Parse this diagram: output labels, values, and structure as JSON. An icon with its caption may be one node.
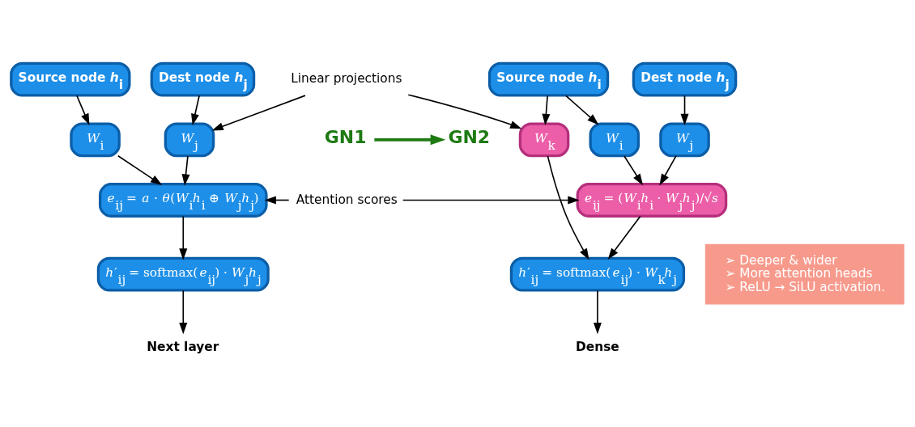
{
  "diagram": {
    "nodes": [
      {
        "text": [
          "Source node *h*$_{i}$"
        ]
      },
      {
        "text": [
          "Dest node *h*$_{j}$"
        ]
      },
      {
        "text": [
          "*W*$_{i}$"
        ]
      },
      {
        "text": [
          "*W*$_{j}$"
        ]
      },
      {
        "text": [
          "*e*$_{ij}$ = *a* · *θ*(*W*$_{i}$*h*$_{i}$ ⊕ *W*$_{j}$*h*$_{j}$)"
        ]
      },
      {
        "text": [
          "*h*′$_{ij}$ = softmax(*e*$_{ij}$) · *W*$_{j}$*h*$_{j}$"
        ]
      },
      {
        "text": [
          "Next layer"
        ]
      },
      {
        "text": [
          "Linear projections"
        ]
      },
      {
        "text": [
          "GN1"
        ]
      },
      {
        "text": [
          "GN2"
        ]
      },
      {
        "text": [
          "Attention scores"
        ]
      },
      {
        "text": [
          "Source node *h*$_{i}$"
        ]
      },
      {
        "text": [
          "Dest node *h*$_{j}$"
        ]
      },
      {
        "text": [
          "*W*$_{k}$"
        ]
      },
      {
        "text": [
          "*W*$_{i}$"
        ]
      },
      {
        "text": [
          "*W*$_{j}$"
        ]
      },
      {
        "text": [
          "*e*$_{ij}$ = (*W*$_{i}$*h*$_{i}$ · *W*$_{j}$*h*$_{j}$)/√*s*"
        ]
      },
      {
        "text": [
          "*h*′$_{ij}$ = softmax(*e*$_{ij}$) · *W*$_{k}$*h*$_{j}$"
        ]
      },
      {
        "text": [
          "Dense"
        ]
      },
      {
        "text": [
          "➢ Deeper & wider",
          "➢ More attention heads",
          "➢ ReLU → SiLU activation."
        ]
      }
    ],
    "edges": [
      {
        "from": 0,
        "to": 2,
        "arrow": "to"
      },
      {
        "from": 1,
        "to": 3,
        "arrow": "to"
      },
      {
        "from": 2,
        "to": 4,
        "arrow": "to"
      },
      {
        "from": 3,
        "to": 4,
        "arrow": "to"
      },
      {
        "from": 4,
        "to": 5,
        "arrow": "to"
      },
      {
        "from": 5,
        "to": 6,
        "arrow": "to"
      },
      {
        "from": 7,
        "to": 3,
        "arrow": "to"
      },
      {
        "from": 7,
        "to": 13,
        "arrow": "to"
      },
      {
        "from": 8,
        "to": 9,
        "arrow": "to",
        "style": "thick",
        "color": "#1e7a12"
      },
      {
        "from": 10,
        "to": 4,
        "arrow": "to"
      },
      {
        "from": 10,
        "to": 16,
        "arrow": "to"
      },
      {
        "from": 11,
        "to": 13,
        "arrow": "to"
      },
      {
        "from": 11,
        "to": 14,
        "arrow": "to"
      },
      {
        "from": 12,
        "to": 15,
        "arrow": "to"
      },
      {
        "from": 14,
        "to": 16,
        "arrow": "to"
      },
      {
        "from": 15,
        "to": 16,
        "arrow": "to"
      },
      {
        "from": 13,
        "to": 17,
        "arrow": "to"
      },
      {
        "from": 16,
        "to": 17,
        "arrow": "to"
      },
      {
        "from": 17,
        "to": 18,
        "arrow": "to"
      }
    ]
  }
}
